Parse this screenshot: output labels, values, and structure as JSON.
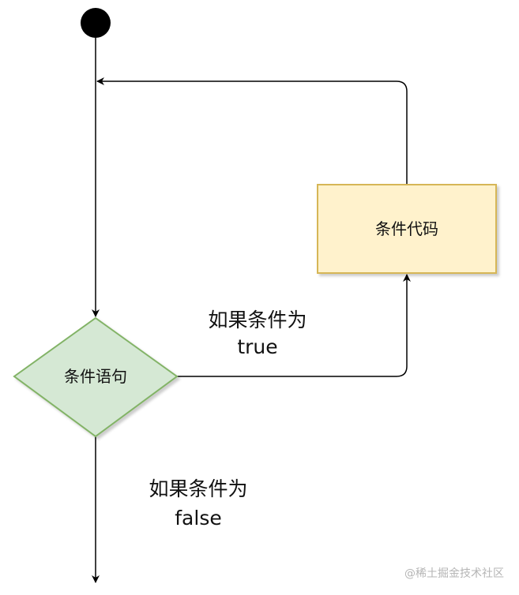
{
  "nodes": {
    "decision": {
      "label": "条件语句",
      "fill": "#d5e8d4",
      "stroke": "#82b366"
    },
    "process": {
      "label": "条件代码",
      "fill": "#fff2cc",
      "stroke": "#d6b656"
    }
  },
  "edges": {
    "true_branch": {
      "line1": "如果条件为",
      "line2": "true"
    },
    "false_branch": {
      "line1": "如果条件为",
      "line2": "false"
    }
  },
  "watermark": "@稀土掘金技术社区",
  "colors": {
    "stroke": "#000000",
    "start": "#000000"
  }
}
